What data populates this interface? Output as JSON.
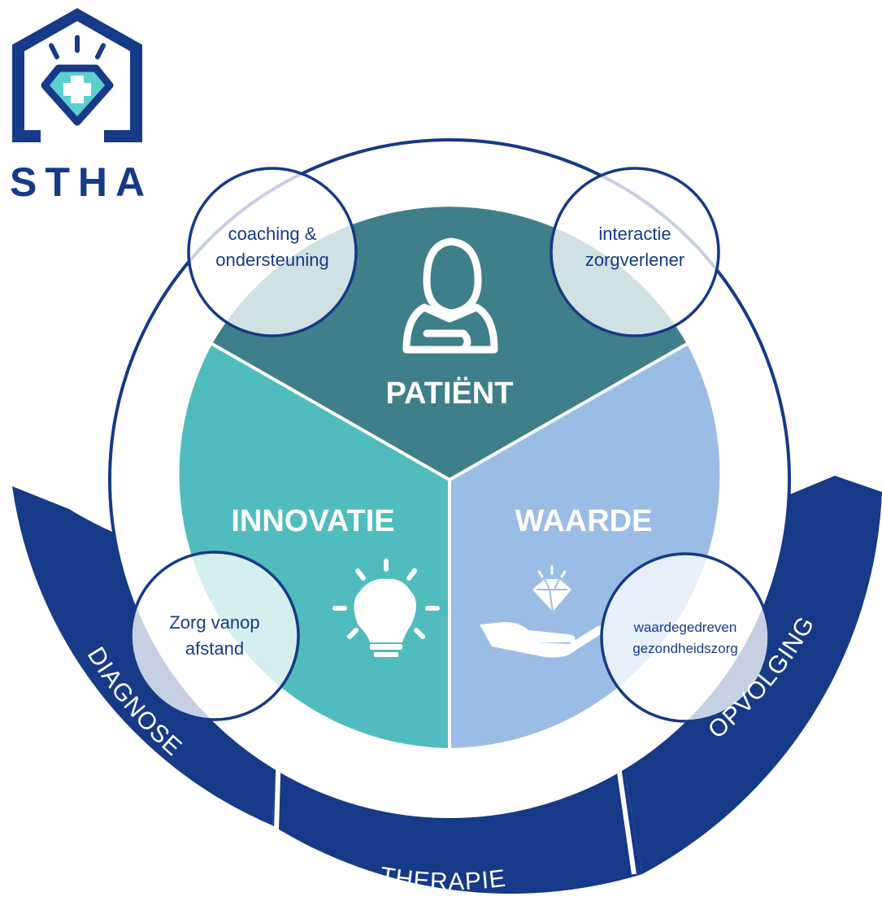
{
  "logo": {
    "text": "STHA",
    "icon": "house-diamond-plus-icon"
  },
  "segments": {
    "patient": {
      "label": "PATIËNT",
      "icon": "patient-icon",
      "color": "#3f7f89"
    },
    "innovatie": {
      "label": "INNOVATIE",
      "icon": "lightbulb-icon",
      "color": "#50bcbd"
    },
    "waarde": {
      "label": "WAARDE",
      "icon": "hand-diamond-icon",
      "color": "#9bbde5"
    }
  },
  "bubbles": {
    "coaching": {
      "line1": "coaching &",
      "line2": "ondersteuning"
    },
    "interactie": {
      "line1": "interactie",
      "line2": "zorgverlener"
    },
    "zorg": {
      "line1": "Zorg vanop",
      "line2": "afstand"
    },
    "waardegedreven": {
      "line1": "waardegedreven",
      "line2": "gezondheidszorg"
    }
  },
  "arcs": {
    "diagnose": "DIAGNOSE",
    "therapie": "THERAPIE",
    "opvolging": "OPVOLGING"
  },
  "colors": {
    "navy": "#163a87",
    "patient": "#3f7f89",
    "innovatie": "#50bcbd",
    "waarde": "#9bbde5",
    "accent": "#5ccfd0"
  }
}
